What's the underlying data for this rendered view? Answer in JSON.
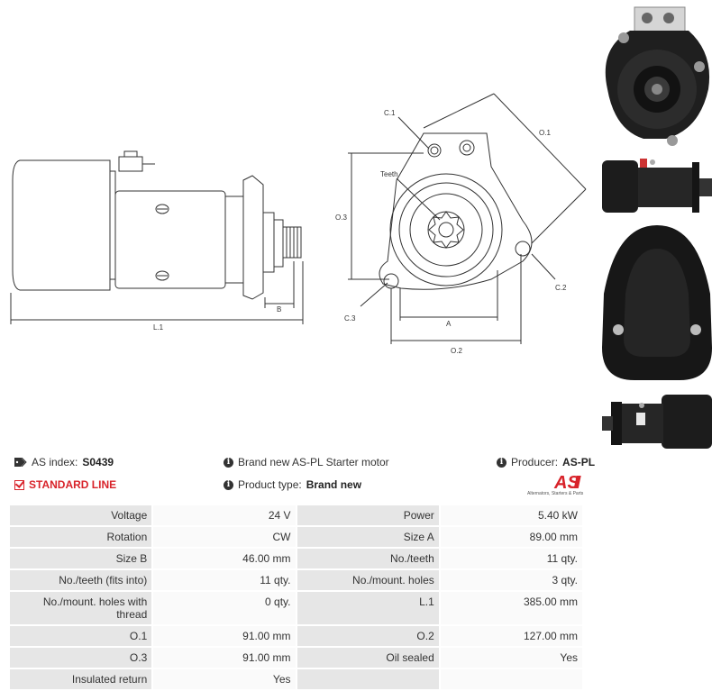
{
  "drawing_labels": {
    "l1": "L.1",
    "b": "B",
    "c1": "C.1",
    "c2": "C.2",
    "c3": "C.3",
    "o1": "O.1",
    "o2": "O.2",
    "o3": "O.3",
    "a": "A",
    "teeth": "Teeth"
  },
  "header": {
    "as_index_label": "AS index:",
    "as_index_value": "S0439",
    "standard_line": "STANDARD LINE",
    "description": "Brand new AS-PL Starter motor",
    "product_type_label": "Product type:",
    "product_type_value": "Brand new",
    "producer_label": "Producer:",
    "producer_value": "AS-PL",
    "logo_text": "AS",
    "logo_caption": "Alternators, Starters & Parts"
  },
  "specs": [
    [
      "Voltage",
      "24 V",
      "Power",
      "5.40 kW"
    ],
    [
      "Rotation",
      "CW",
      "Size A",
      "89.00 mm"
    ],
    [
      "Size B",
      "46.00 mm",
      "No./teeth",
      "11 qty."
    ],
    [
      "No./teeth (fits into)",
      "11 qty.",
      "No./mount. holes",
      "3 qty."
    ],
    [
      "No./mount. holes with thread",
      "0 qty.",
      "L.1",
      "385.00 mm"
    ],
    [
      "O.1",
      "91.00 mm",
      "O.2",
      "127.00 mm"
    ],
    [
      "O.3",
      "91.00 mm",
      "Oil sealed",
      "Yes"
    ],
    [
      "Insulated return",
      "Yes",
      "",
      ""
    ]
  ],
  "colors": {
    "accent": "#d8232a",
    "text": "#333333"
  }
}
